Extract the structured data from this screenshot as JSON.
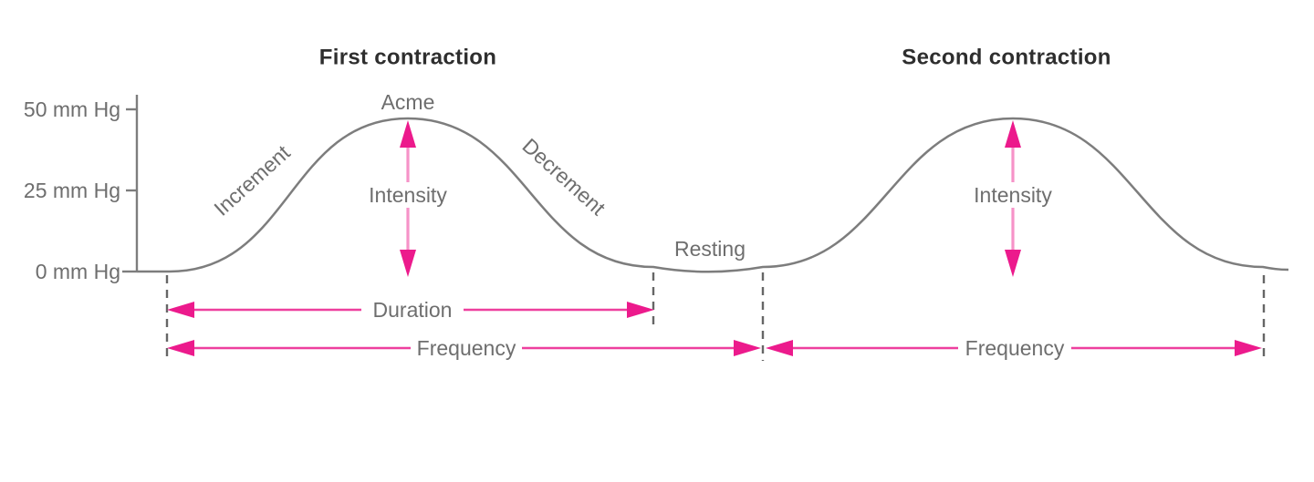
{
  "figure": {
    "title_first": "First contraction",
    "title_second": "Second contraction",
    "y_axis": {
      "tick_50": "50 mm Hg",
      "tick_25": "25 mm Hg",
      "tick_0": "0 mm Hg"
    },
    "labels": {
      "acme": "Acme",
      "increment": "Increment",
      "decrement": "Decrement",
      "intensity": "Intensity",
      "resting": "Resting",
      "duration": "Duration",
      "frequency": "Frequency"
    },
    "colors": {
      "magenta": "#ec1a8c",
      "shaft_horizontal": "#ee3f9e",
      "shaft_vertical": "#f693c8",
      "line_gray": "#7d7d7d",
      "dash_gray": "#666666",
      "text_gray": "#6e6e6e",
      "title_gray": "#2e2e2e"
    }
  },
  "chart_data": {
    "type": "line",
    "title": "",
    "ylabel_units": "mm Hg",
    "y_axis_ticks": [
      "0 mm Hg",
      "25 mm Hg",
      "50 mm Hg"
    ],
    "ylim": [
      0,
      50
    ],
    "baseline_mm_hg": 0,
    "contractions": [
      {
        "name": "First contraction",
        "peak_mm_hg": 47,
        "phases": [
          "Increment",
          "Acme",
          "Decrement"
        ]
      },
      {
        "name": "Second contraction",
        "peak_mm_hg": 47
      }
    ],
    "annotations": [
      "Intensity",
      "Resting",
      "Duration",
      "Frequency"
    ]
  }
}
